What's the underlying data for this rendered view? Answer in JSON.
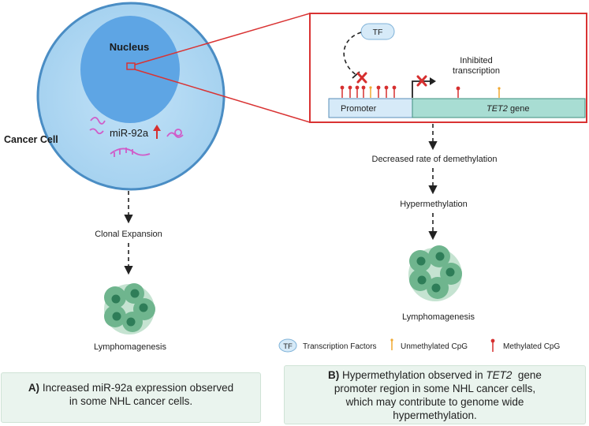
{
  "cell": {
    "nucleus_label": "Nucleus",
    "mirna_label": "miR-92a",
    "cell_label": "Cancer Cell"
  },
  "left_flow": {
    "step1": "Clonal Expansion",
    "step2": "Lymphomagenesis"
  },
  "zoom": {
    "tf_label": "TF",
    "inhibited_line1": "Inhibited",
    "inhibited_line2": "transcription",
    "promoter_label": "Promoter",
    "gene_name": "TET2",
    "gene_suffix": " gene"
  },
  "right_flow": {
    "step1": "Decreased rate of demethylation",
    "step2": "Hypermethylation",
    "step3": "Lymphomagenesis"
  },
  "legend": {
    "tf_icon": "TF",
    "tf_text": "Transcription Factors",
    "unmethylated": "Unmethylated CpG",
    "methylated": "Methylated CpG"
  },
  "caption_a": {
    "prefix": "A)",
    "line1": " Increased miR-92a expression observed",
    "line2": "in some NHL cancer cells."
  },
  "caption_b": {
    "prefix": "B)",
    "line1a": " Hypermethylation observed in ",
    "gene": "TET2",
    "line1b": "  gene",
    "line2": "promoter region in some NHL cancer cells,",
    "line3": "which may contribute to genome wide",
    "line4": "hypermethylation."
  },
  "colors": {
    "cell_fill": "#a9d4f0",
    "cell_stroke": "#4a8dc4",
    "nucleus_fill": "#5aa2e2",
    "zoom_border": "#d93333",
    "promoter_fill": "#d6eaf8",
    "gene_fill": "#a8ddd3",
    "methylated": "#d62f2f",
    "unmethylated": "#f0a830",
    "mirna": "#d05cc8",
    "tumor": "#3f9a6e"
  }
}
